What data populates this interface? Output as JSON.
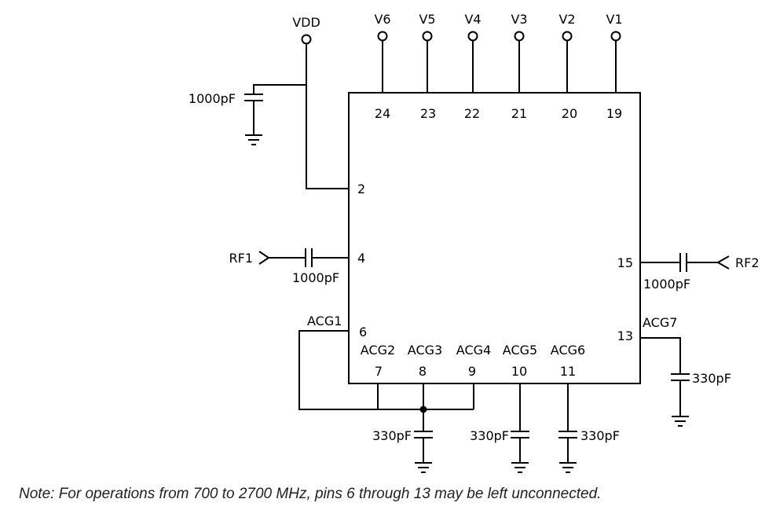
{
  "pins": {
    "p24": "24",
    "p23": "23",
    "p22": "22",
    "p21": "21",
    "p20": "20",
    "p19": "19",
    "p2": "2",
    "p4": "4",
    "p6": "6",
    "p15": "15",
    "p13": "13",
    "p7": "7",
    "p8": "8",
    "p9": "9",
    "p10": "10",
    "p11": "11"
  },
  "supplies": {
    "vdd": "VDD",
    "v6": "V6",
    "v5": "V5",
    "v4": "V4",
    "v3": "V3",
    "v2": "V2",
    "v1": "V1"
  },
  "ports": {
    "rf1": "RF1",
    "rf2": "RF2"
  },
  "acg": {
    "acg1": "ACG1",
    "acg2": "ACG2",
    "acg3": "ACG3",
    "acg4": "ACG4",
    "acg5": "ACG5",
    "acg6": "ACG6",
    "acg7": "ACG7"
  },
  "capacitors": {
    "c_vdd": "1000pF",
    "c_rf1": "1000pF",
    "c_rf2": "1000pF",
    "c_acg_common": "330pF",
    "c_acg5": "330pF",
    "c_acg6": "330pF",
    "c_acg7": "330pF"
  },
  "note": "Note: For operations from 700 to 2700 MHz, pins 6 through 13 may be left unconnected."
}
